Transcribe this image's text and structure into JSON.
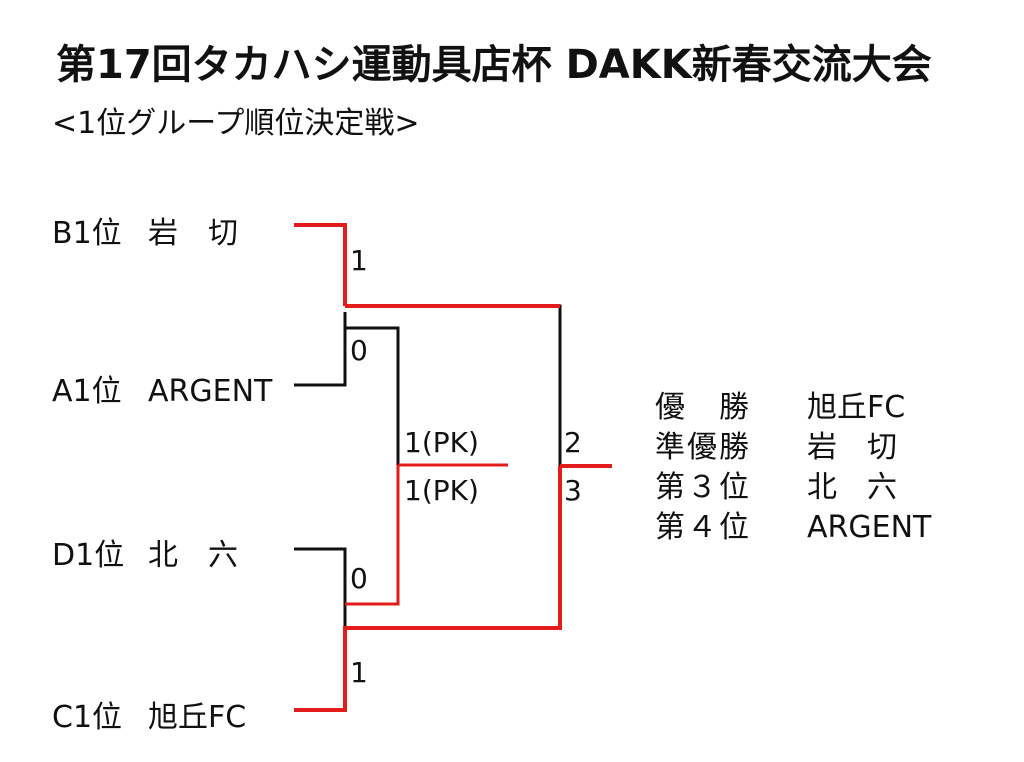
{
  "title": "第17回タカハシ運動具店杯 DAKK新春交流大会",
  "subtitle": "<1位グループ順位決定戦>",
  "teams": [
    {
      "seed": "B1位",
      "name": "岩　切"
    },
    {
      "seed": "A1位",
      "name": "ARGENT"
    },
    {
      "seed": "D1位",
      "name": "北　六"
    },
    {
      "seed": "C1位",
      "name": "旭丘FC"
    }
  ],
  "scores": {
    "sf1_top": "1",
    "sf1_bottom": "0",
    "sf2_top": "0",
    "sf2_bottom": "1",
    "third_top": "1(PK)",
    "third_bottom": "1(PK)",
    "final_top": "2",
    "final_bottom": "3"
  },
  "results": [
    {
      "rank": "優　勝",
      "team": "旭丘FC"
    },
    {
      "rank": "準優勝",
      "team": "岩　切"
    },
    {
      "rank": "第３位",
      "team": "北　六"
    },
    {
      "rank": "第４位",
      "team": "ARGENT"
    }
  ],
  "colors": {
    "winner_line": "#e31b1b",
    "loser_line": "#111111"
  }
}
